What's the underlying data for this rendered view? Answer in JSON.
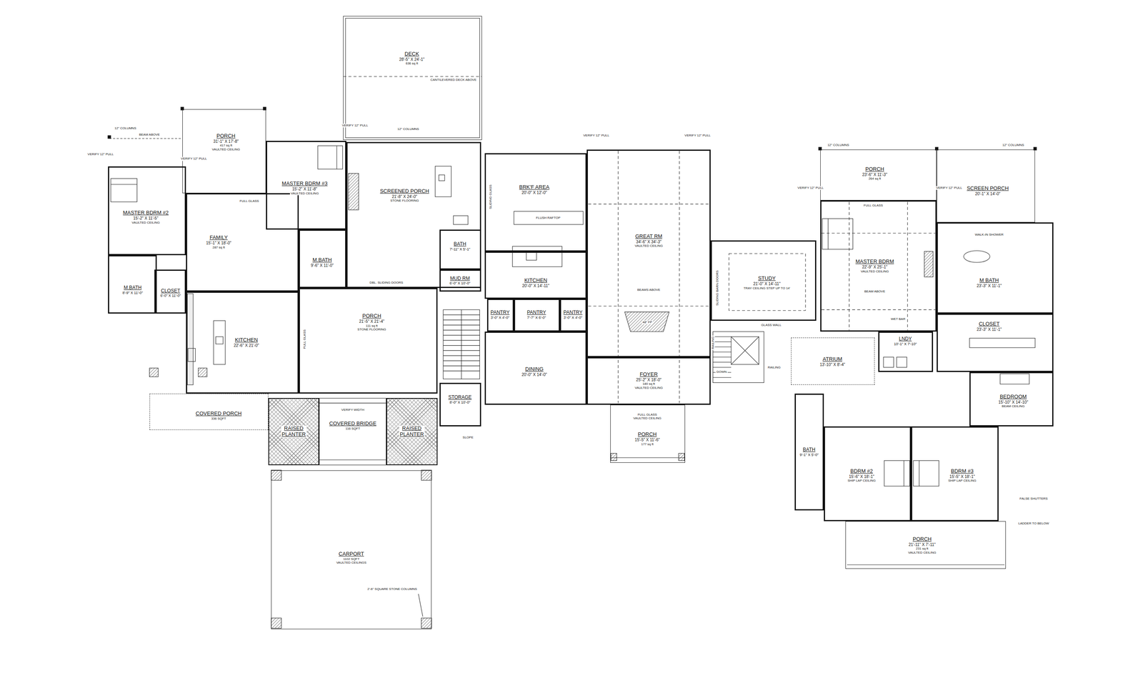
{
  "diagram": {
    "nodes": [
      {
        "text": [
          "DECK",
          "28'-5\" X 24'-1\"",
          "636 sq ft"
        ]
      },
      {
        "text": [
          "PORCH",
          "31'-1\" X 17'-8\"",
          "417 sq ft",
          "VAULTED CEILING"
        ]
      },
      {
        "text": [
          "MASTER BDRM #2",
          "15'-2\" X 11'-5\"",
          "VAULTED CEILING"
        ]
      },
      {
        "text": [
          "FAMILY",
          "15'-1\" X 18'-0\"",
          "287 sq ft"
        ]
      },
      {
        "text": [
          "MASTER BDRM #3",
          "15'-2\" X 11'-8\"",
          "VAULTED CEILING"
        ]
      },
      {
        "text": [
          "M.BATH",
          "8'-9\" X 11'-0\""
        ]
      },
      {
        "text": [
          "CLOSET",
          "6'-0\" X 11'-0\""
        ]
      },
      {
        "text": [
          "M.BATH",
          "9'-6\" X 11'-0\""
        ]
      },
      {
        "text": [
          "KITCHEN",
          "22'-6\" X 21'-0\""
        ]
      },
      {
        "text": [
          "SCREENED PORCH",
          "21'-8\" X 24'-0\"",
          "STONE FLOORING"
        ]
      },
      {
        "text": [
          "PORCH",
          "21'-5\" X 21'-4\"",
          "111 sq ft",
          "STONE FLOORING"
        ]
      },
      {
        "text": [
          "COVERED PORCH",
          "336 SQFT"
        ]
      },
      {
        "text": [
          "RAISED PLANTER"
        ]
      },
      {
        "text": [
          "VERIFY WIDTH",
          "COVERED BRIDGE",
          "116 SQFT"
        ]
      },
      {
        "text": [
          "RAISED PLANTER"
        ]
      },
      {
        "text": [
          "CARPORT",
          "1102 SQFT",
          "VAULTED CEILINGS"
        ]
      },
      {
        "text": [
          "BATH",
          "7'-11\" X 5'-1\""
        ]
      },
      {
        "text": [
          "MUD RM",
          "6'-0\" X 10'-0\""
        ]
      },
      {
        "text": [
          "STORAGE",
          "8'-0\" X 10'-0\""
        ]
      },
      {
        "text": [
          "BRK'F AREA",
          "20'-0\" X 12'-0\""
        ]
      },
      {
        "text": [
          "KITCHEN",
          "20'-0\" X 14'-11\""
        ]
      },
      {
        "text": [
          "PANTRY",
          "3'-0\" X 4'-0\""
        ]
      },
      {
        "text": [
          "PANTRY",
          "7'-7\" X 6'-0\""
        ]
      },
      {
        "text": [
          "PANTRY",
          "3'-0\" X 4'-0\""
        ]
      },
      {
        "text": [
          "DINING",
          "20'-0\" X 14'-0\""
        ]
      },
      {
        "text": [
          "GREAT RM",
          "34'-6\" X 34'-3\"",
          "VAULTED CEILING"
        ]
      },
      {
        "text": [
          "FOYER",
          "25'-2\" X 18'-0\"",
          "180 sq ft",
          "VAULTED CEILING"
        ]
      },
      {
        "text": [
          "FULL GLASS",
          "VAULTED CEILING",
          "PORCH",
          "15'-5\" X 11'-6\"",
          "177 sq ft"
        ]
      },
      {
        "text": [
          "STUDY",
          "21'-0\" X 14'-11\"",
          "TRAY CEILING STEP UP TO 14'"
        ]
      },
      {
        "text": [
          "ATRIUM",
          "13'-10\" X 8'-4\""
        ]
      },
      {
        "text": [
          "PORCH",
          "23'-6\" X 11'-3\"",
          "264 sq ft"
        ]
      },
      {
        "text": [
          "SCREEN PORCH",
          "20'-1\" X 14'-0\""
        ]
      },
      {
        "text": [
          "MASTER BDRM",
          "22'-9\" X 25'-1\"",
          "VAULTED CEILING",
          "BEAM ABOVE"
        ]
      },
      {
        "text": [
          "WALK-IN SHOWER",
          "M BATH",
          "23'-3\" X 11'-1\""
        ]
      },
      {
        "text": [
          "CLOSET",
          "23'-3\" X 11'-1\""
        ]
      },
      {
        "text": [
          "LNDY",
          "10'-1\" X 7'-10\""
        ]
      },
      {
        "text": [
          "BEDROOM",
          "15'-10\" X 14'-10\"",
          "BEAM CEILING"
        ]
      },
      {
        "text": [
          "BATH",
          "9'-1\" X 5'-0\""
        ]
      },
      {
        "text": [
          "BDRM #2",
          "15'-6\" X 18'-1\"",
          "SHIP LAP CEILING"
        ]
      },
      {
        "text": [
          "BDRM #3",
          "15'-5\" X 18'-1\"",
          "SHIP LAP CEILING"
        ]
      },
      {
        "text": [
          "PORCH",
          "21'-11\" X 7'-11\"",
          "231 sq ft",
          "VAULTED CEILING"
        ]
      }
    ],
    "labels": [
      "12\" COLUMNS",
      "BEAM ABOVE",
      "VERIFY 12\" PULL",
      "VERIFY 12\" PULL",
      "FULL GLASS",
      "VERIFY 12\" PULL",
      "12\" COLUMNS",
      "CANTILEVERED DECK ABOVE",
      "DBL. SLIDING DOORS",
      "FULL GLASS",
      "SLOPE",
      "2'-6\" SQUARE STONE COLUMNS",
      "VERIFY 12\" PULL",
      "VERIFY 12\" PULL",
      "FLUSH RAFTOP",
      "SLIDING GLASS",
      "BEAMS ABOVE",
      "48\" FP",
      "SLIDING BARN DOORS",
      "GLASS WALL",
      "RAILING",
      "DOWN",
      "12\" COLUMNS",
      "12\" COLUMNS",
      "VERIFY 12\" PULL",
      "VERIFY 12\" PULL",
      "FULL GLASS",
      "WET BAR",
      "FALSE SHUTTERS",
      "LADDER TO BELOW",
      "RAILING"
    ]
  }
}
